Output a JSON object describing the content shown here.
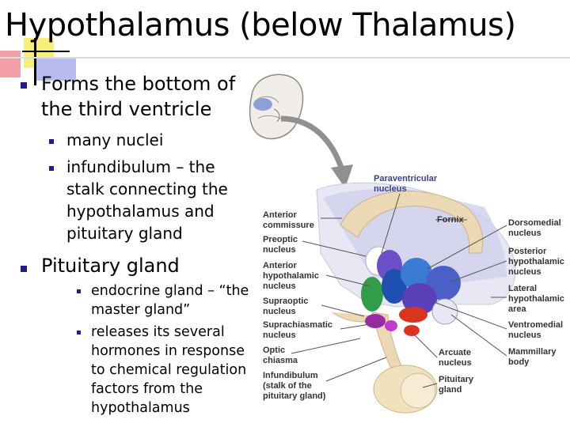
{
  "title": "Hypothalamus (below Thalamus)",
  "bullets": [
    {
      "text": "Forms the bottom of the third ventricle",
      "sub": [
        "many nuclei",
        "infundibulum – the stalk connecting the hypothalamus and pituitary gland"
      ]
    },
    {
      "text": "Pituitary gland",
      "sub": [
        "endocrine gland – “the master gland”",
        "releases its several hormones in response to chemical regulation factors from the hypothalamus"
      ]
    }
  ],
  "figure": {
    "labels_left": [
      "Anterior commissure",
      "Preoptic nucleus",
      "Anterior hypothalamic nucleus",
      "Supraoptic nucleus",
      "Suprachiasmatic nucleus",
      "Optic chiasma",
      "Infundibulum (stalk of the pituitary gland)"
    ],
    "labels_top": [
      "Paraventricular nucleus",
      "Fornix"
    ],
    "labels_right": [
      "Dorsomedial nucleus",
      "Posterior hypothalamic nucleus",
      "Lateral hypothalamic area",
      "Ventromedial nucleus",
      "Mammillary body",
      "Arcuate nucleus",
      "Pituitary gland"
    ]
  }
}
